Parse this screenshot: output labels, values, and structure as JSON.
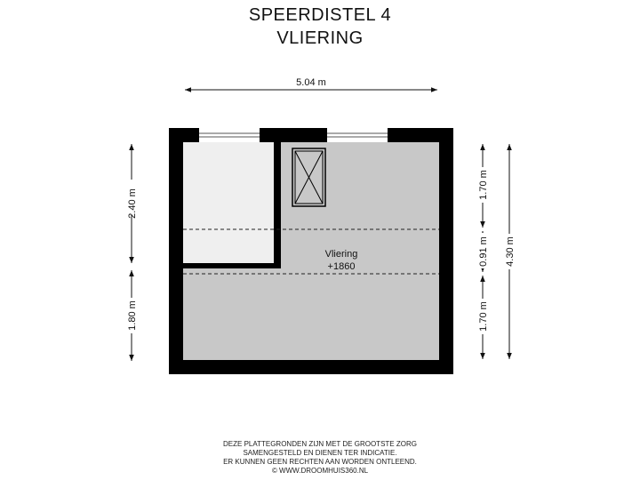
{
  "header": {
    "title_line1": "SPEERDISTEL 4",
    "title_line2": "VLIERING"
  },
  "room": {
    "name": "Vliering",
    "level": "+1860"
  },
  "dimensions": {
    "width_top": "5.04 m",
    "left_upper": "2.40 m",
    "left_lower": "1.80 m",
    "right_upper": "1.70 m",
    "right_middle": "0.91 m",
    "right_lower": "1.70 m",
    "right_total": "4.30 m"
  },
  "disclaimer": {
    "line1": "DEZE PLATTEGRONDEN ZIJN MET DE GROOTSTE ZORG",
    "line2": "SAMENGESTELD EN DIENEN TER INDICATIE.",
    "line3": "ER KUNNEN GEEN RECHTEN AAN WORDEN ONTLEEND.",
    "line4": "© WWW.DROOMHUIS360.NL"
  },
  "colors": {
    "wall": "#000000",
    "floor_gray": "#c8c8c8",
    "floor_light": "#efefef",
    "dimension_line": "#111111"
  }
}
